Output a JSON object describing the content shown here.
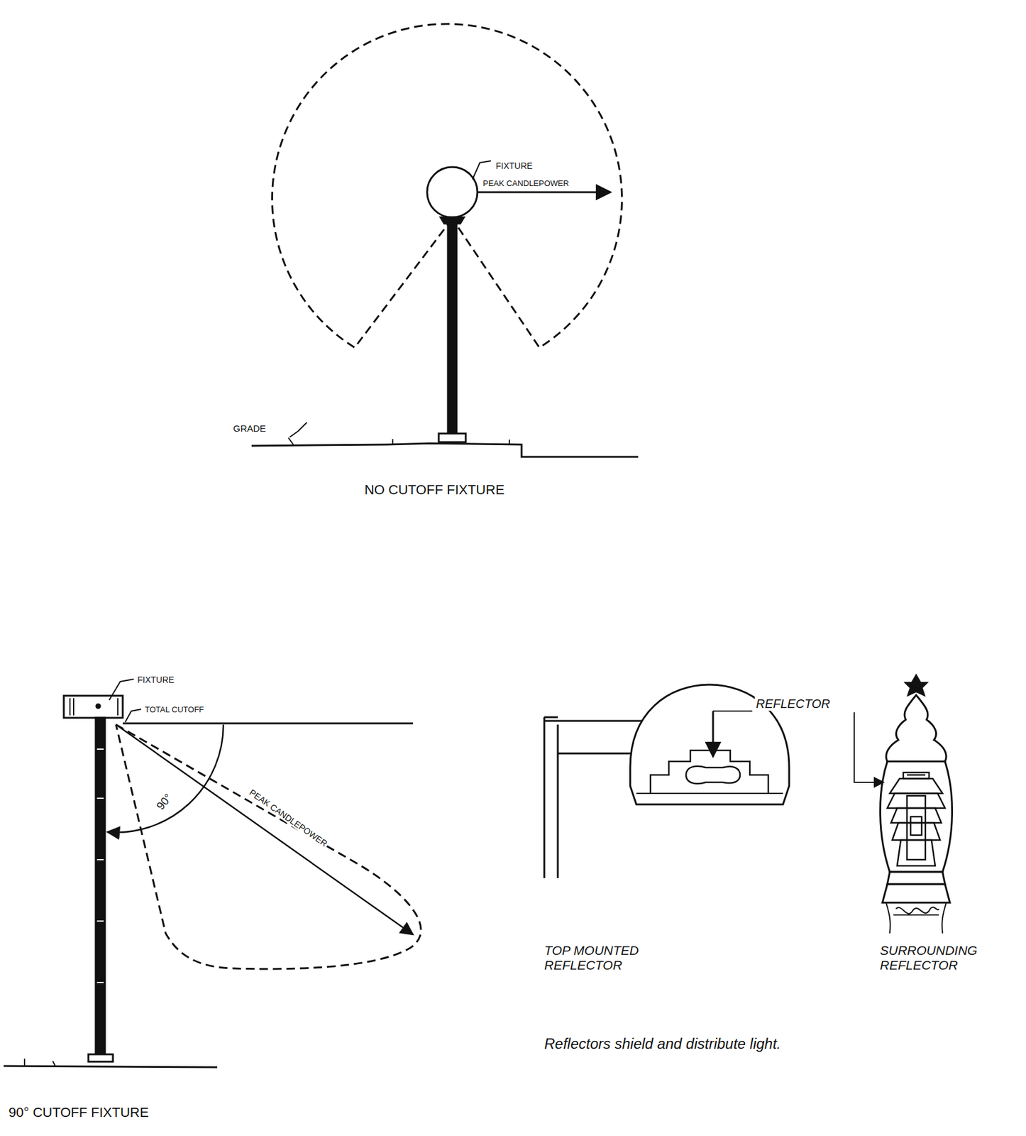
{
  "diagram": {
    "labels": [
      "FIXTURE",
      "PEAK CANDLEPOWER",
      "GRADE",
      "NO CUTOFF FIXTURE",
      "FIXTURE",
      "TOTAL CUTOFF",
      "90°",
      "PEAK CANDLEPOWER",
      "90° CUTOFF FIXTURE",
      "REFLECTOR",
      "TOP MOUNTED REFLECTOR",
      "SURROUNDING REFLECTOR",
      "Reflectors shield and distribute light."
    ]
  }
}
